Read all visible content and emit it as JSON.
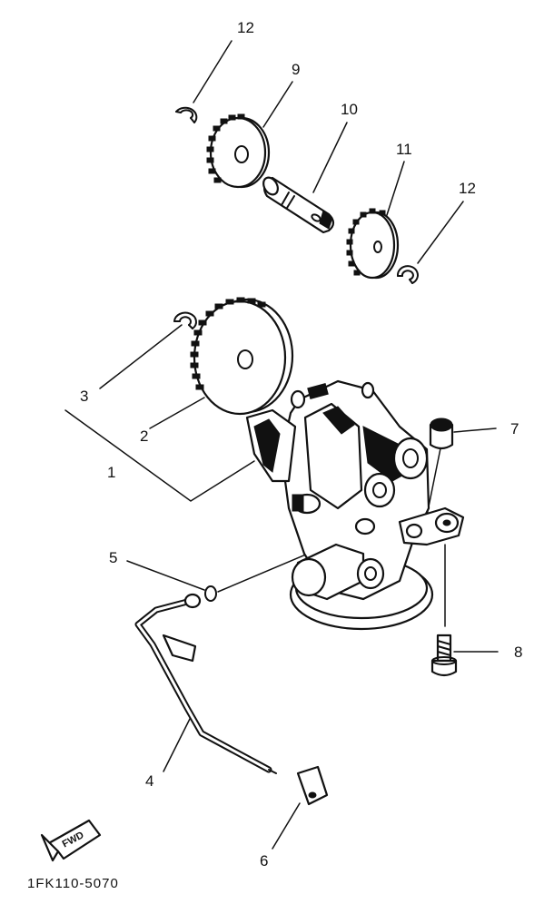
{
  "diagram": {
    "drawing_code": "1FK110-5070",
    "fwd_badge": "FWD",
    "callouts": [
      {
        "id": "c12a",
        "label": "12"
      },
      {
        "id": "c9",
        "label": "9"
      },
      {
        "id": "c10",
        "label": "10"
      },
      {
        "id": "c11",
        "label": "11"
      },
      {
        "id": "c12b",
        "label": "12"
      },
      {
        "id": "c3",
        "label": "3"
      },
      {
        "id": "c2",
        "label": "2"
      },
      {
        "id": "c1",
        "label": "1"
      },
      {
        "id": "c7",
        "label": "7"
      },
      {
        "id": "c5",
        "label": "5"
      },
      {
        "id": "c8",
        "label": "8"
      },
      {
        "id": "c4",
        "label": "4"
      },
      {
        "id": "c6",
        "label": "6"
      }
    ],
    "parts": [
      {
        "id": "circlip-top",
        "icon": "circlip-icon"
      },
      {
        "id": "gear-9",
        "icon": "gear-icon"
      },
      {
        "id": "shaft-10",
        "icon": "shaft-icon"
      },
      {
        "id": "gear-11",
        "icon": "gear-icon"
      },
      {
        "id": "circlip-right",
        "icon": "circlip-icon"
      },
      {
        "id": "circlip-3",
        "icon": "circlip-icon"
      },
      {
        "id": "gear-2",
        "icon": "gear-icon"
      },
      {
        "id": "oil-pump-assembly-1",
        "icon": "oil-pump-icon"
      },
      {
        "id": "collar-7",
        "icon": "collar-icon"
      },
      {
        "id": "o-ring-5",
        "icon": "o-ring-icon"
      },
      {
        "id": "bolt-8",
        "icon": "bolt-icon"
      },
      {
        "id": "pipe-4",
        "icon": "pipe-icon"
      },
      {
        "id": "clip-6",
        "icon": "clip-icon"
      }
    ]
  }
}
